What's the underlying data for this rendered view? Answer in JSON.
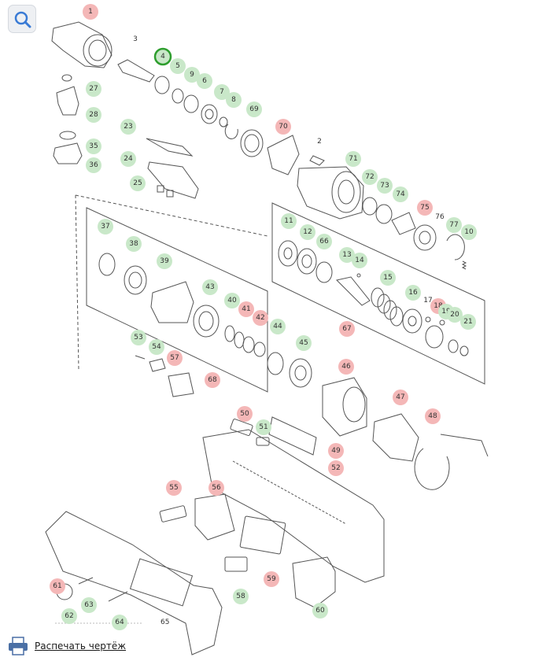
{
  "toolbar": {
    "search_icon": "search-icon"
  },
  "footer": {
    "print_label": "Распечать чертёж",
    "print_icon": "printer-icon"
  },
  "colors": {
    "green": "#c9e8c9",
    "red": "#f4b7b7",
    "selected": "#2e9e2e",
    "line": "#555555"
  },
  "callouts": [
    {
      "label": "1",
      "color": "red"
    },
    {
      "label": "3",
      "color": "none"
    },
    {
      "label": "4",
      "color": "selected"
    },
    {
      "label": "5",
      "color": "green"
    },
    {
      "label": "9",
      "color": "green"
    },
    {
      "label": "6",
      "color": "green"
    },
    {
      "label": "7",
      "color": "green"
    },
    {
      "label": "8",
      "color": "green"
    },
    {
      "label": "69",
      "color": "green"
    },
    {
      "label": "70",
      "color": "red"
    },
    {
      "label": "27",
      "color": "green"
    },
    {
      "label": "28",
      "color": "green"
    },
    {
      "label": "35",
      "color": "green"
    },
    {
      "label": "36",
      "color": "green"
    },
    {
      "label": "23",
      "color": "green"
    },
    {
      "label": "24",
      "color": "green"
    },
    {
      "label": "25",
      "color": "green"
    },
    {
      "label": "2",
      "color": "none"
    },
    {
      "label": "71",
      "color": "green"
    },
    {
      "label": "72",
      "color": "green"
    },
    {
      "label": "73",
      "color": "green"
    },
    {
      "label": "74",
      "color": "green"
    },
    {
      "label": "75",
      "color": "red"
    },
    {
      "label": "76",
      "color": "none"
    },
    {
      "label": "77",
      "color": "green"
    },
    {
      "label": "10",
      "color": "green"
    },
    {
      "label": "11",
      "color": "green"
    },
    {
      "label": "12",
      "color": "green"
    },
    {
      "label": "66",
      "color": "green"
    },
    {
      "label": "13",
      "color": "green"
    },
    {
      "label": "14",
      "color": "green"
    },
    {
      "label": "15",
      "color": "green"
    },
    {
      "label": "16",
      "color": "green"
    },
    {
      "label": "17",
      "color": "none"
    },
    {
      "label": "18",
      "color": "red"
    },
    {
      "label": "19",
      "color": "green"
    },
    {
      "label": "20",
      "color": "green"
    },
    {
      "label": "21",
      "color": "green"
    },
    {
      "label": "67",
      "color": "red"
    },
    {
      "label": "37",
      "color": "green"
    },
    {
      "label": "38",
      "color": "green"
    },
    {
      "label": "39",
      "color": "green"
    },
    {
      "label": "43",
      "color": "green"
    },
    {
      "label": "40",
      "color": "green"
    },
    {
      "label": "41",
      "color": "red"
    },
    {
      "label": "42",
      "color": "red"
    },
    {
      "label": "44",
      "color": "green"
    },
    {
      "label": "45",
      "color": "green"
    },
    {
      "label": "53",
      "color": "green"
    },
    {
      "label": "54",
      "color": "green"
    },
    {
      "label": "57",
      "color": "red"
    },
    {
      "label": "68",
      "color": "red"
    },
    {
      "label": "46",
      "color": "red"
    },
    {
      "label": "47",
      "color": "red"
    },
    {
      "label": "48",
      "color": "red"
    },
    {
      "label": "50",
      "color": "red"
    },
    {
      "label": "51",
      "color": "green"
    },
    {
      "label": "49",
      "color": "red"
    },
    {
      "label": "52",
      "color": "red"
    },
    {
      "label": "55",
      "color": "red"
    },
    {
      "label": "56",
      "color": "red"
    },
    {
      "label": "59",
      "color": "red"
    },
    {
      "label": "58",
      "color": "green"
    },
    {
      "label": "60",
      "color": "green"
    },
    {
      "label": "61",
      "color": "red"
    },
    {
      "label": "62",
      "color": "green"
    },
    {
      "label": "63",
      "color": "green"
    },
    {
      "label": "64",
      "color": "green"
    },
    {
      "label": "65",
      "color": "none"
    }
  ]
}
